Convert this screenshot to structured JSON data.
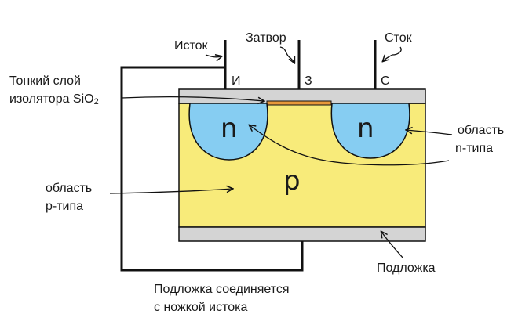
{
  "labels": {
    "source": "Исток",
    "gate": "Затвор",
    "drain": "Сток",
    "source_letter": "И",
    "gate_letter": "З",
    "drain_letter": "С",
    "oxide_line1": "Тонкий слой",
    "oxide_line2": "изолятора SiO",
    "oxide_sub": "2",
    "n_region_line1": "область",
    "n_region_line2": "n-типа",
    "p_region_line1": "область",
    "p_region_line2": "p-типа",
    "n_left": "n",
    "n_right": "n",
    "p": "p",
    "substrate": "Подложка",
    "note_line1": "Подложка соединяется",
    "note_line2": "с ножкой истока"
  },
  "colors": {
    "p_region": "#f8eb7a",
    "n_region": "#86cdf2",
    "oxide": "#d4d4d4",
    "gate_metal": "#e8983a",
    "line": "#111111"
  }
}
